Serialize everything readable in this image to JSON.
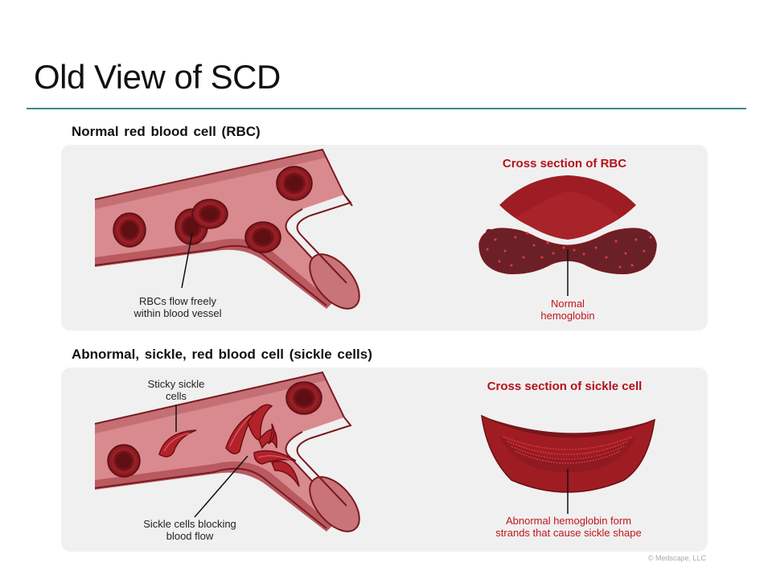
{
  "slide": {
    "title": "Old View of SCD",
    "copyright": "© Medscape, LLC"
  },
  "normal": {
    "heading": "Normal red blood cell (RBC)",
    "vessel_label_line1": "RBCs flow freely",
    "vessel_label_line2": "within blood vessel",
    "cross_section_title": "Cross section of RBC",
    "cross_section_label_line1": "Normal",
    "cross_section_label_line2": "hemoglobin"
  },
  "sickle": {
    "heading": "Abnormal,  sickle,  red blood cell (sickle cells)",
    "sticky_label_line1": "Sticky sickle",
    "sticky_label_line2": "cells",
    "blocking_label_line1": "Sickle cells blocking",
    "blocking_label_line2": "blood flow",
    "cross_section_title": "Cross section of sickle cell",
    "cross_section_label_line1": "Abnormal  hemoglobin form",
    "cross_section_label_line2": "strands that cause sickle shape"
  },
  "colors": {
    "accent_rule": "#3c8a8a",
    "cell_red": "#8b1a1f",
    "vessel_pink": "#d98a8e",
    "label_red": "#c0161c"
  }
}
